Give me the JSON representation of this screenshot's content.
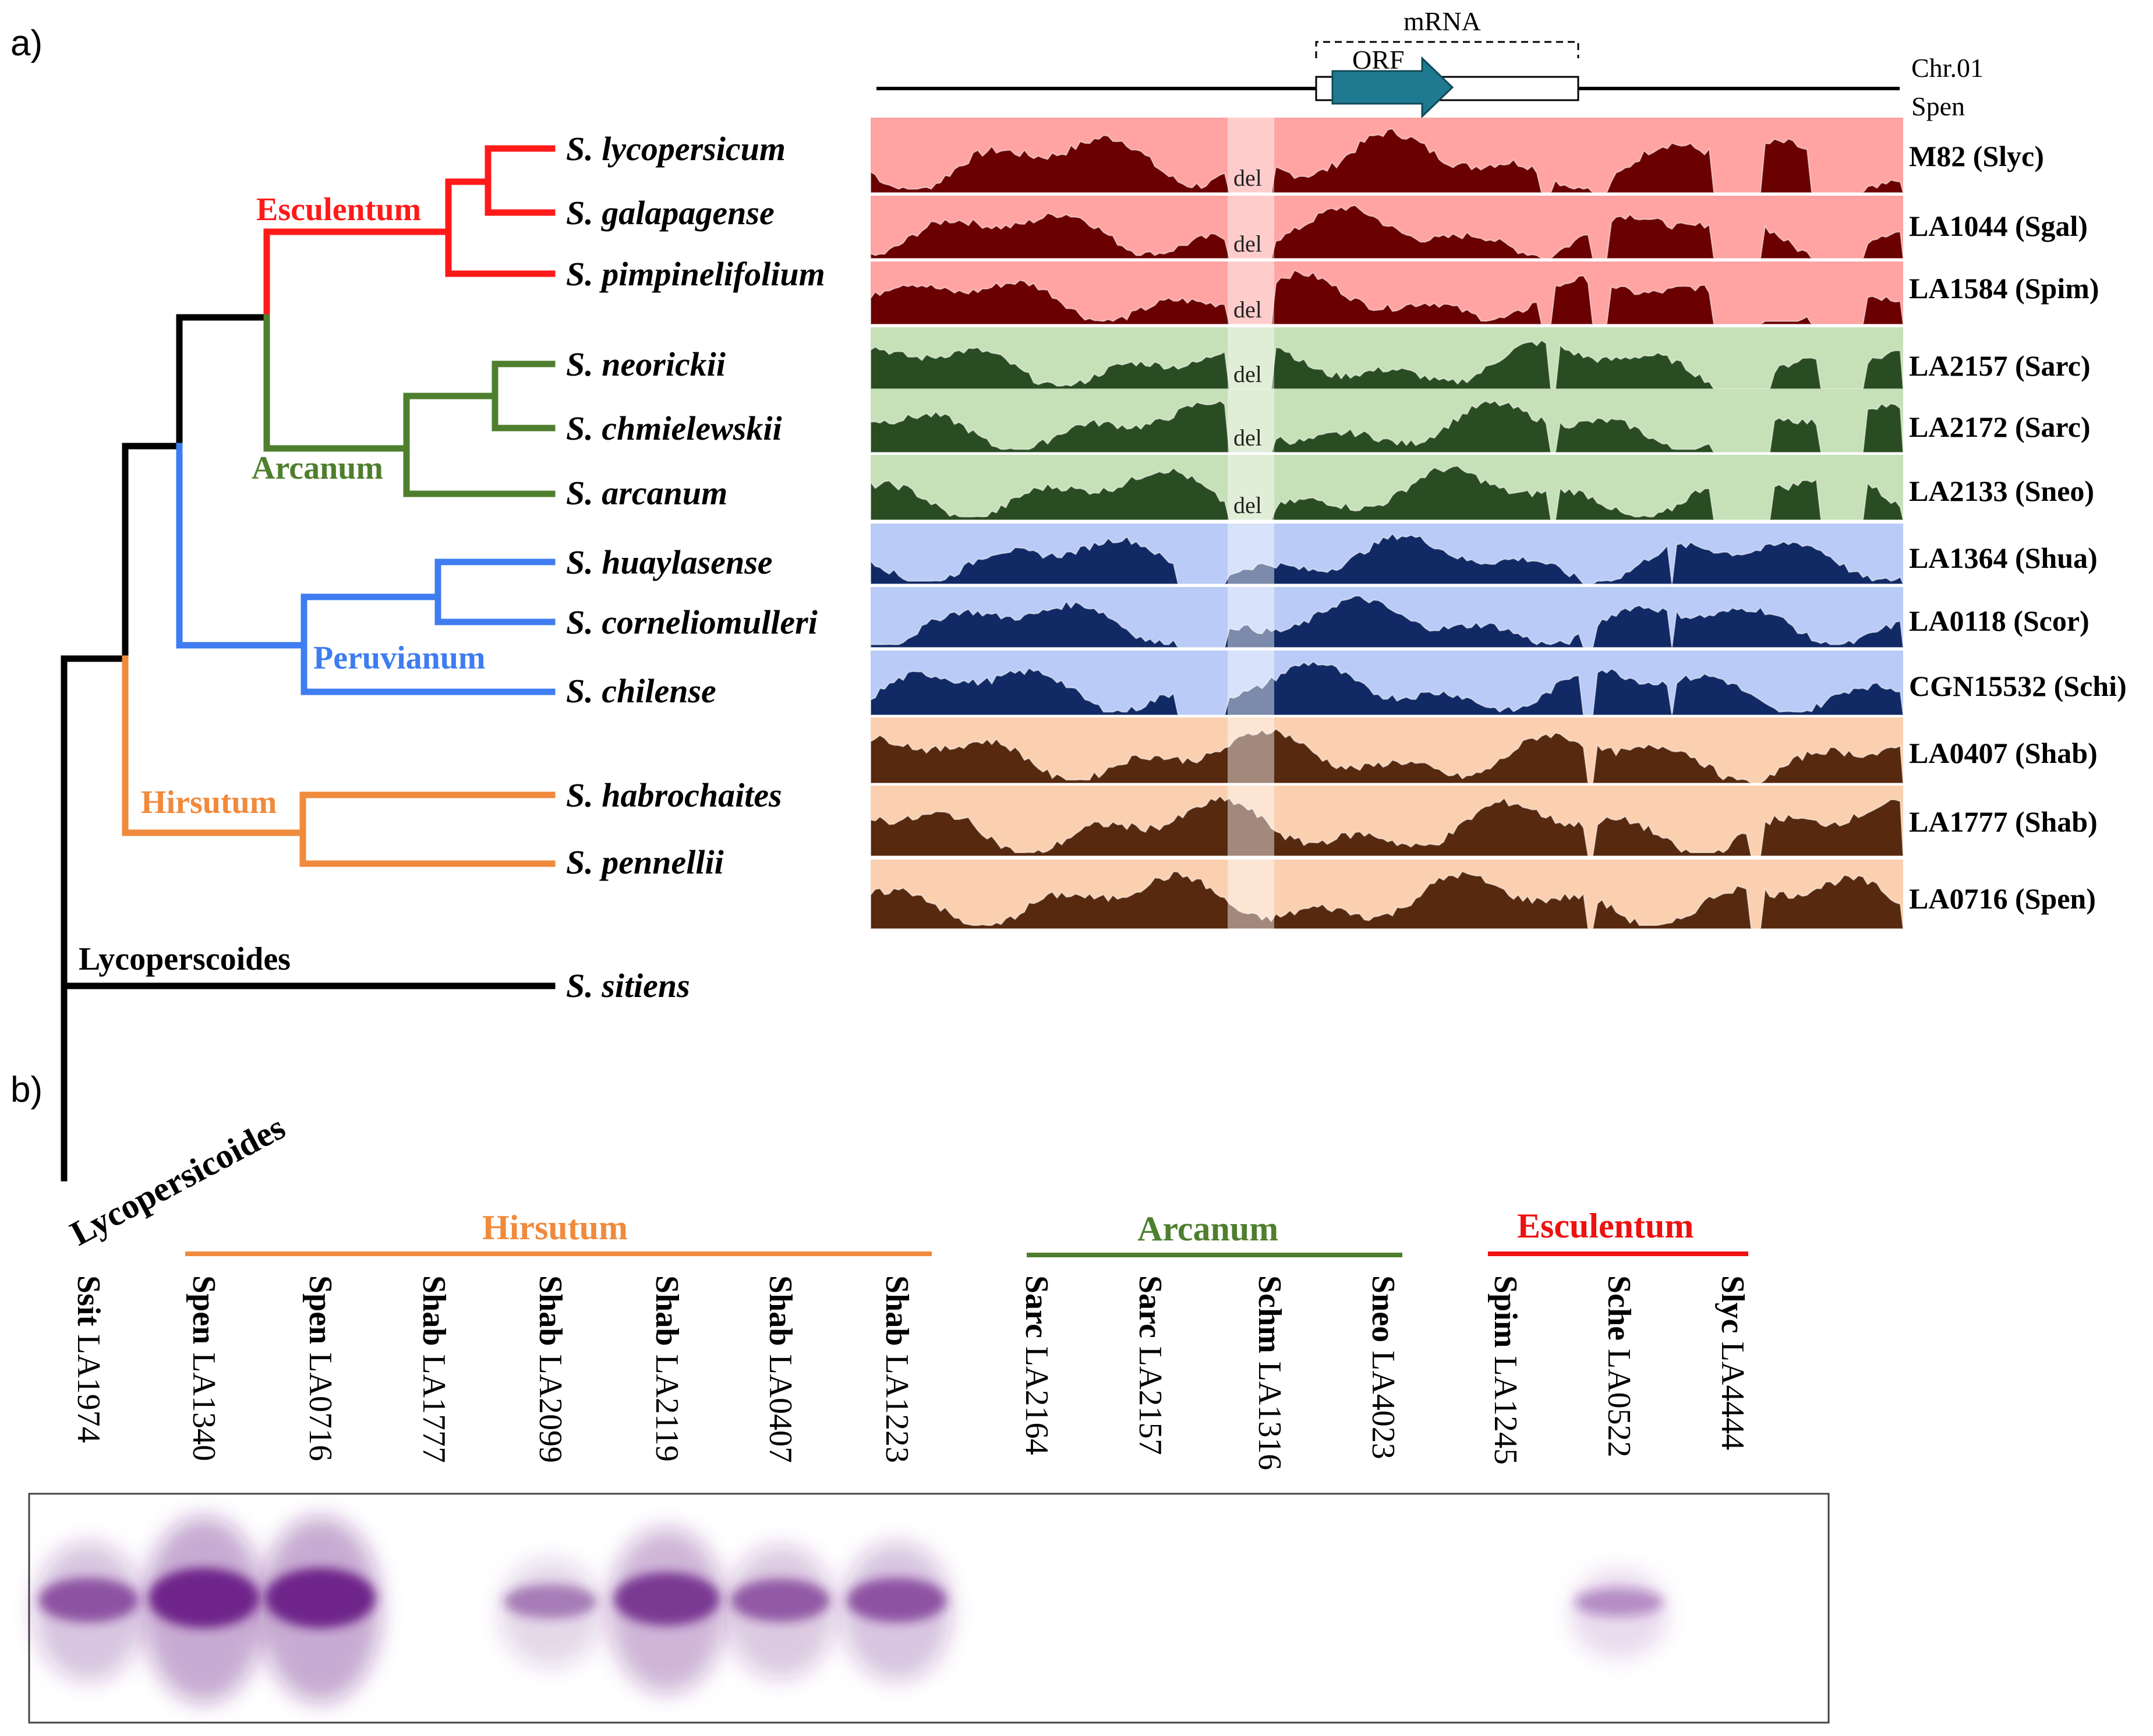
{
  "panel_a": {
    "label": "a)",
    "tree": {
      "species": [
        "S. lycopersicum",
        "S. galapagense",
        "S. pimpinelifolium",
        "S. neorickii",
        "S. chmielewskii",
        "S. arcanum",
        "S. huaylasense",
        "S. corneliomulleri",
        "S. chilense",
        "S. habrochaites",
        "S. pennellii",
        "S. sitiens"
      ],
      "clades": {
        "esculentum": "Esculentum",
        "arcanum": "Arcanum",
        "peruvianum": "Peruvianum",
        "hirsutum": "Hirsutum",
        "lycoperscoides": "Lycoperscoides"
      },
      "colors": {
        "esculentum": "#ff1a1a",
        "arcanum": "#4e7f2e",
        "peruvianum": "#3e7cf0",
        "hirsutum": "#f08a3c",
        "lycoperscoides": "#000000"
      }
    },
    "gene_model": {
      "mrna": "mRNA",
      "orf": "ORF",
      "chromosome": "Chr.01",
      "reference": "Spen"
    },
    "del_label": "del",
    "tracks": [
      {
        "accession": "M82 (Slyc)",
        "bg": "#ffa3a3",
        "fill": "#6a0000",
        "del": true
      },
      {
        "accession": "LA1044 (Sgal)",
        "bg": "#ffa3a3",
        "fill": "#6a0000",
        "del": true
      },
      {
        "accession": "LA1584 (Spim)",
        "bg": "#ffa3a3",
        "fill": "#6a0000",
        "del": true
      },
      {
        "accession": "LA2157 (Sarc)",
        "bg": "#c6e0b8",
        "fill": "#2a4c22",
        "del": true
      },
      {
        "accession": "LA2172 (Sarc)",
        "bg": "#c6e0b8",
        "fill": "#2a4c22",
        "del": true
      },
      {
        "accession": "LA2133 (Sneo)",
        "bg": "#c6e0b8",
        "fill": "#2a4c22",
        "del": true
      },
      {
        "accession": "LA1364 (Shua)",
        "bg": "#b9cbf6",
        "fill": "#112a66",
        "del": false
      },
      {
        "accession": "LA0118 (Scor)",
        "bg": "#b9cbf6",
        "fill": "#112a66",
        "del": false
      },
      {
        "accession": "CGN15532 (Schi)",
        "bg": "#b9cbf6",
        "fill": "#112a66",
        "del": false
      },
      {
        "accession": "LA0407 (Shab)",
        "bg": "#fad0b0",
        "fill": "#57290f",
        "del": false
      },
      {
        "accession": "LA1777 (Shab)",
        "bg": "#fad0b0",
        "fill": "#57290f",
        "del": false
      },
      {
        "accession": "LA0716 (Spen)",
        "bg": "#fad0b0",
        "fill": "#57290f",
        "del": false
      }
    ]
  },
  "panel_b": {
    "label": "b)",
    "groups": {
      "lycopersicoides": "Lycopersicoides",
      "hirsutum": "Hirsutum",
      "arcanum": "Arcanum",
      "esculentum": "Esculentum"
    },
    "lanes": [
      {
        "species": "Ssit",
        "accession": "LA1974",
        "signal": 0.55
      },
      {
        "species": "Spen",
        "accession": "LA1340",
        "signal": 1.0
      },
      {
        "species": "Spen",
        "accession": "LA0716",
        "signal": 1.0
      },
      {
        "species": "Shab",
        "accession": "LA1777",
        "signal": 0
      },
      {
        "species": "Shab",
        "accession": "LA2099",
        "signal": 0.25
      },
      {
        "species": "Shab",
        "accession": "LA2119",
        "signal": 0.8
      },
      {
        "species": "Shab",
        "accession": "LA0407",
        "signal": 0.5
      },
      {
        "species": "Shab",
        "accession": "LA1223",
        "signal": 0.55
      },
      {
        "species": "Sarc",
        "accession": "LA2164",
        "signal": 0
      },
      {
        "species": "Sarc",
        "accession": "LA2157",
        "signal": 0
      },
      {
        "species": "Schm",
        "accession": "LA1316",
        "signal": 0
      },
      {
        "species": "Sneo",
        "accession": "LA4023",
        "signal": 0
      },
      {
        "species": "Spim",
        "accession": "LA1245",
        "signal": 0
      },
      {
        "species": "Sche",
        "accession": "LA0522",
        "signal": 0.08
      },
      {
        "species": "Slyc",
        "accession": "LA4444",
        "signal": 0
      }
    ],
    "band_color": "#6a1f86"
  }
}
